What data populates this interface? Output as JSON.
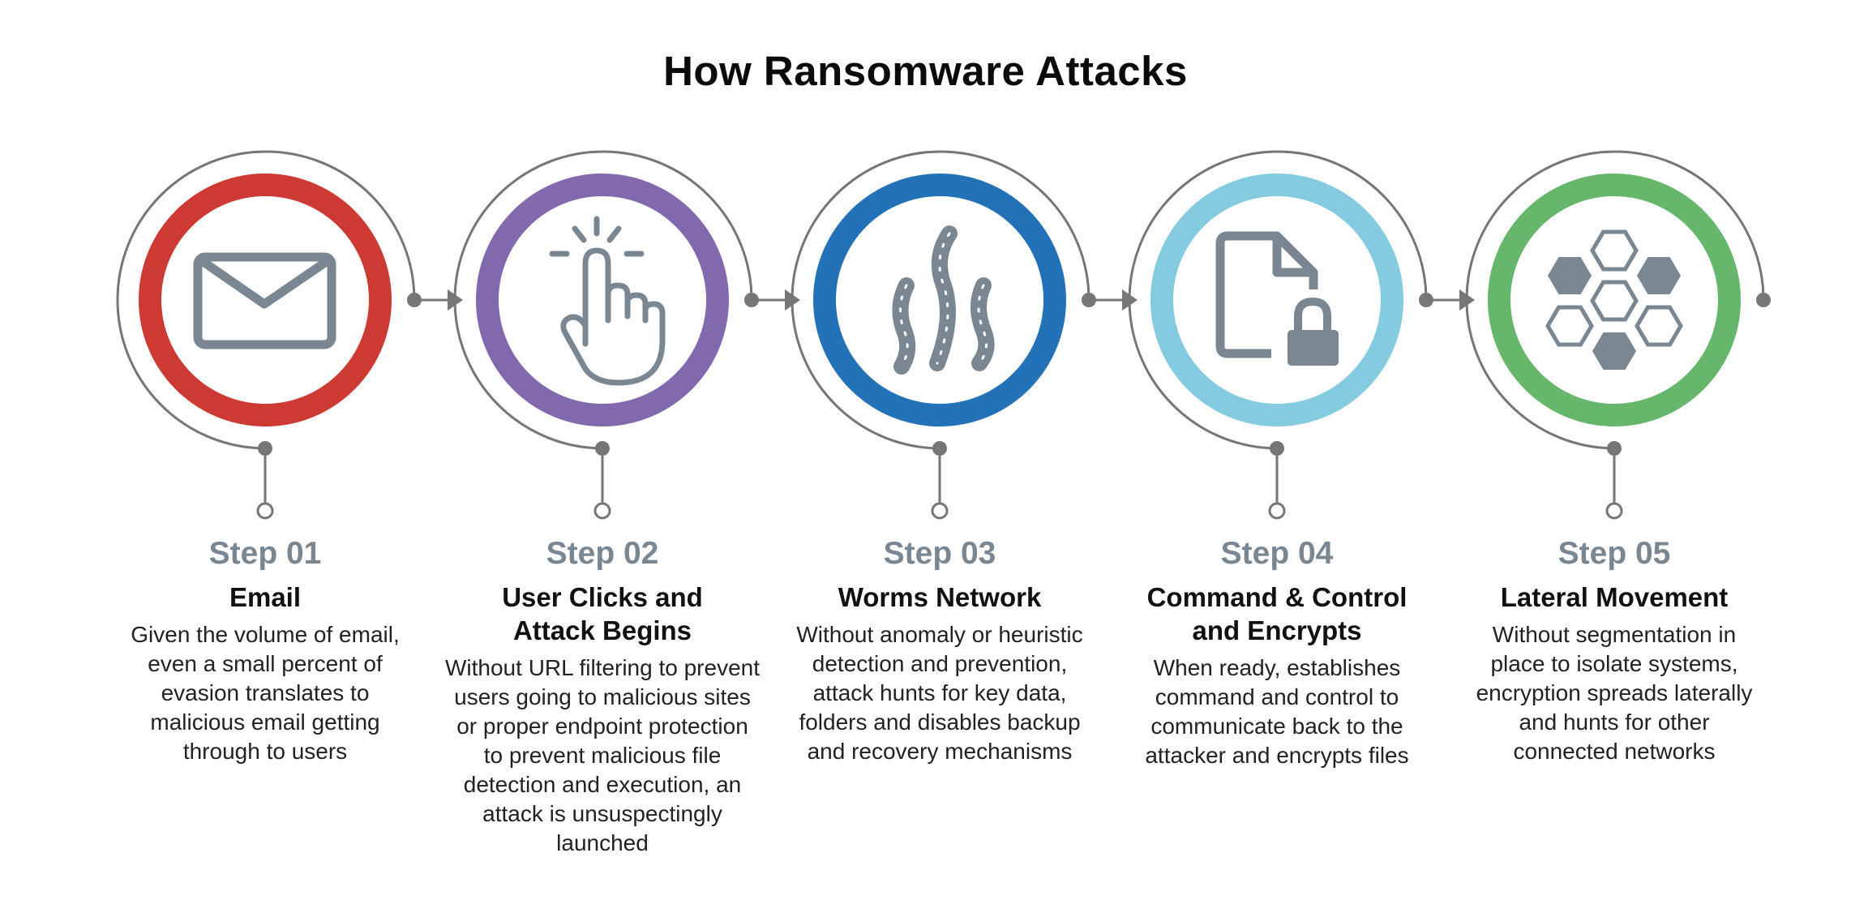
{
  "title": "How Ransomware Attacks",
  "colors": {
    "ring_gray": "#767676",
    "icon_gray": "#7a8793",
    "step1": "#cc3a33",
    "step2": "#8269ad",
    "step3": "#2372b8",
    "step4": "#84cbdf",
    "step5": "#66b66c"
  },
  "steps": [
    {
      "label": "Step 01",
      "title": "Email",
      "description": "Given the volume of email, even a small percent of evasion translates to malicious email getting through to users",
      "icon": "envelope-icon",
      "color": "#cc3a33"
    },
    {
      "label": "Step 02",
      "title": "User Clicks and Attack Begins",
      "description": "Without URL filtering to prevent users going to malicious sites or proper endpoint protection to prevent malicious file detection and execution, an attack is unsuspectingly launched",
      "icon": "pointing-hand-icon",
      "color": "#8269ad"
    },
    {
      "label": "Step 03",
      "title": "Worms Network",
      "description": "Without anomaly or heuristic detection and prevention, attack hunts for key data, folders and disables backup and recovery mechanisms",
      "icon": "worms-icon",
      "color": "#2372b8"
    },
    {
      "label": "Step 04",
      "title": "Command & Control and Encrypts",
      "description": "When ready, establishes command and control to communicate back to the attacker and encrypts files",
      "icon": "locked-file-icon",
      "color": "#84cbdf"
    },
    {
      "label": "Step 05",
      "title": "Lateral Movement",
      "description": "Without segmentation in place to isolate systems, encryption spreads laterally and hunts for other connected networks",
      "icon": "hexagon-network-icon",
      "color": "#66b66c"
    }
  ]
}
